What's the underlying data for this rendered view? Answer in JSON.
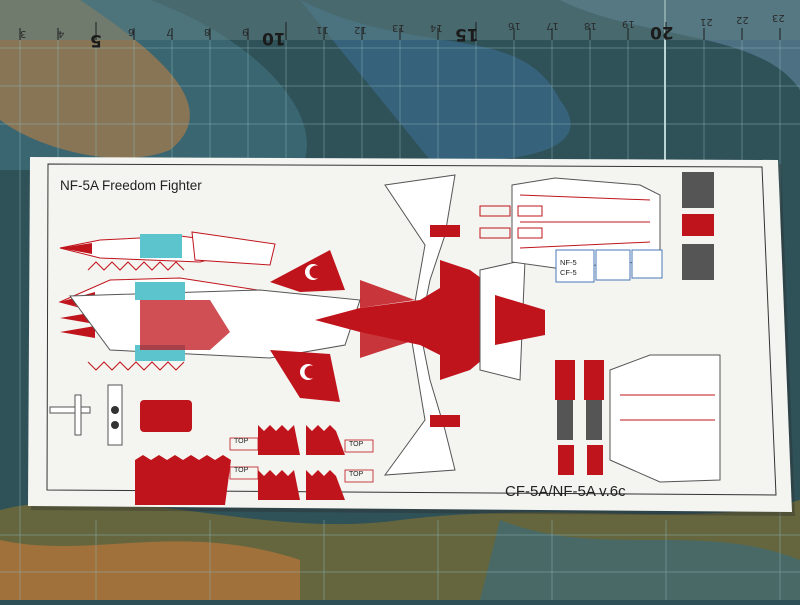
{
  "sheet": {
    "title_main": "NF-5A Freedom Fighter",
    "title_version": "CF-5A/NF-5A v.6c",
    "top_labels": [
      "TOP",
      "TOP",
      "TOP",
      "TOP"
    ],
    "part_label_1": "NF-5",
    "part_label_2": "CF-5"
  },
  "ruler": {
    "major": [
      "5",
      "10",
      "15",
      "20"
    ],
    "minor": [
      "3",
      "4",
      "6",
      "7",
      "8",
      "9",
      "11",
      "12",
      "13",
      "14",
      "16",
      "17",
      "18",
      "19",
      "21",
      "22",
      "23"
    ]
  },
  "colors": {
    "mat": "#2e4f55",
    "paper": "#f4f4f1",
    "livery_red": "#c0141c",
    "canopy_cyan": "#5cc4cc",
    "intake_grey": "#555555"
  }
}
